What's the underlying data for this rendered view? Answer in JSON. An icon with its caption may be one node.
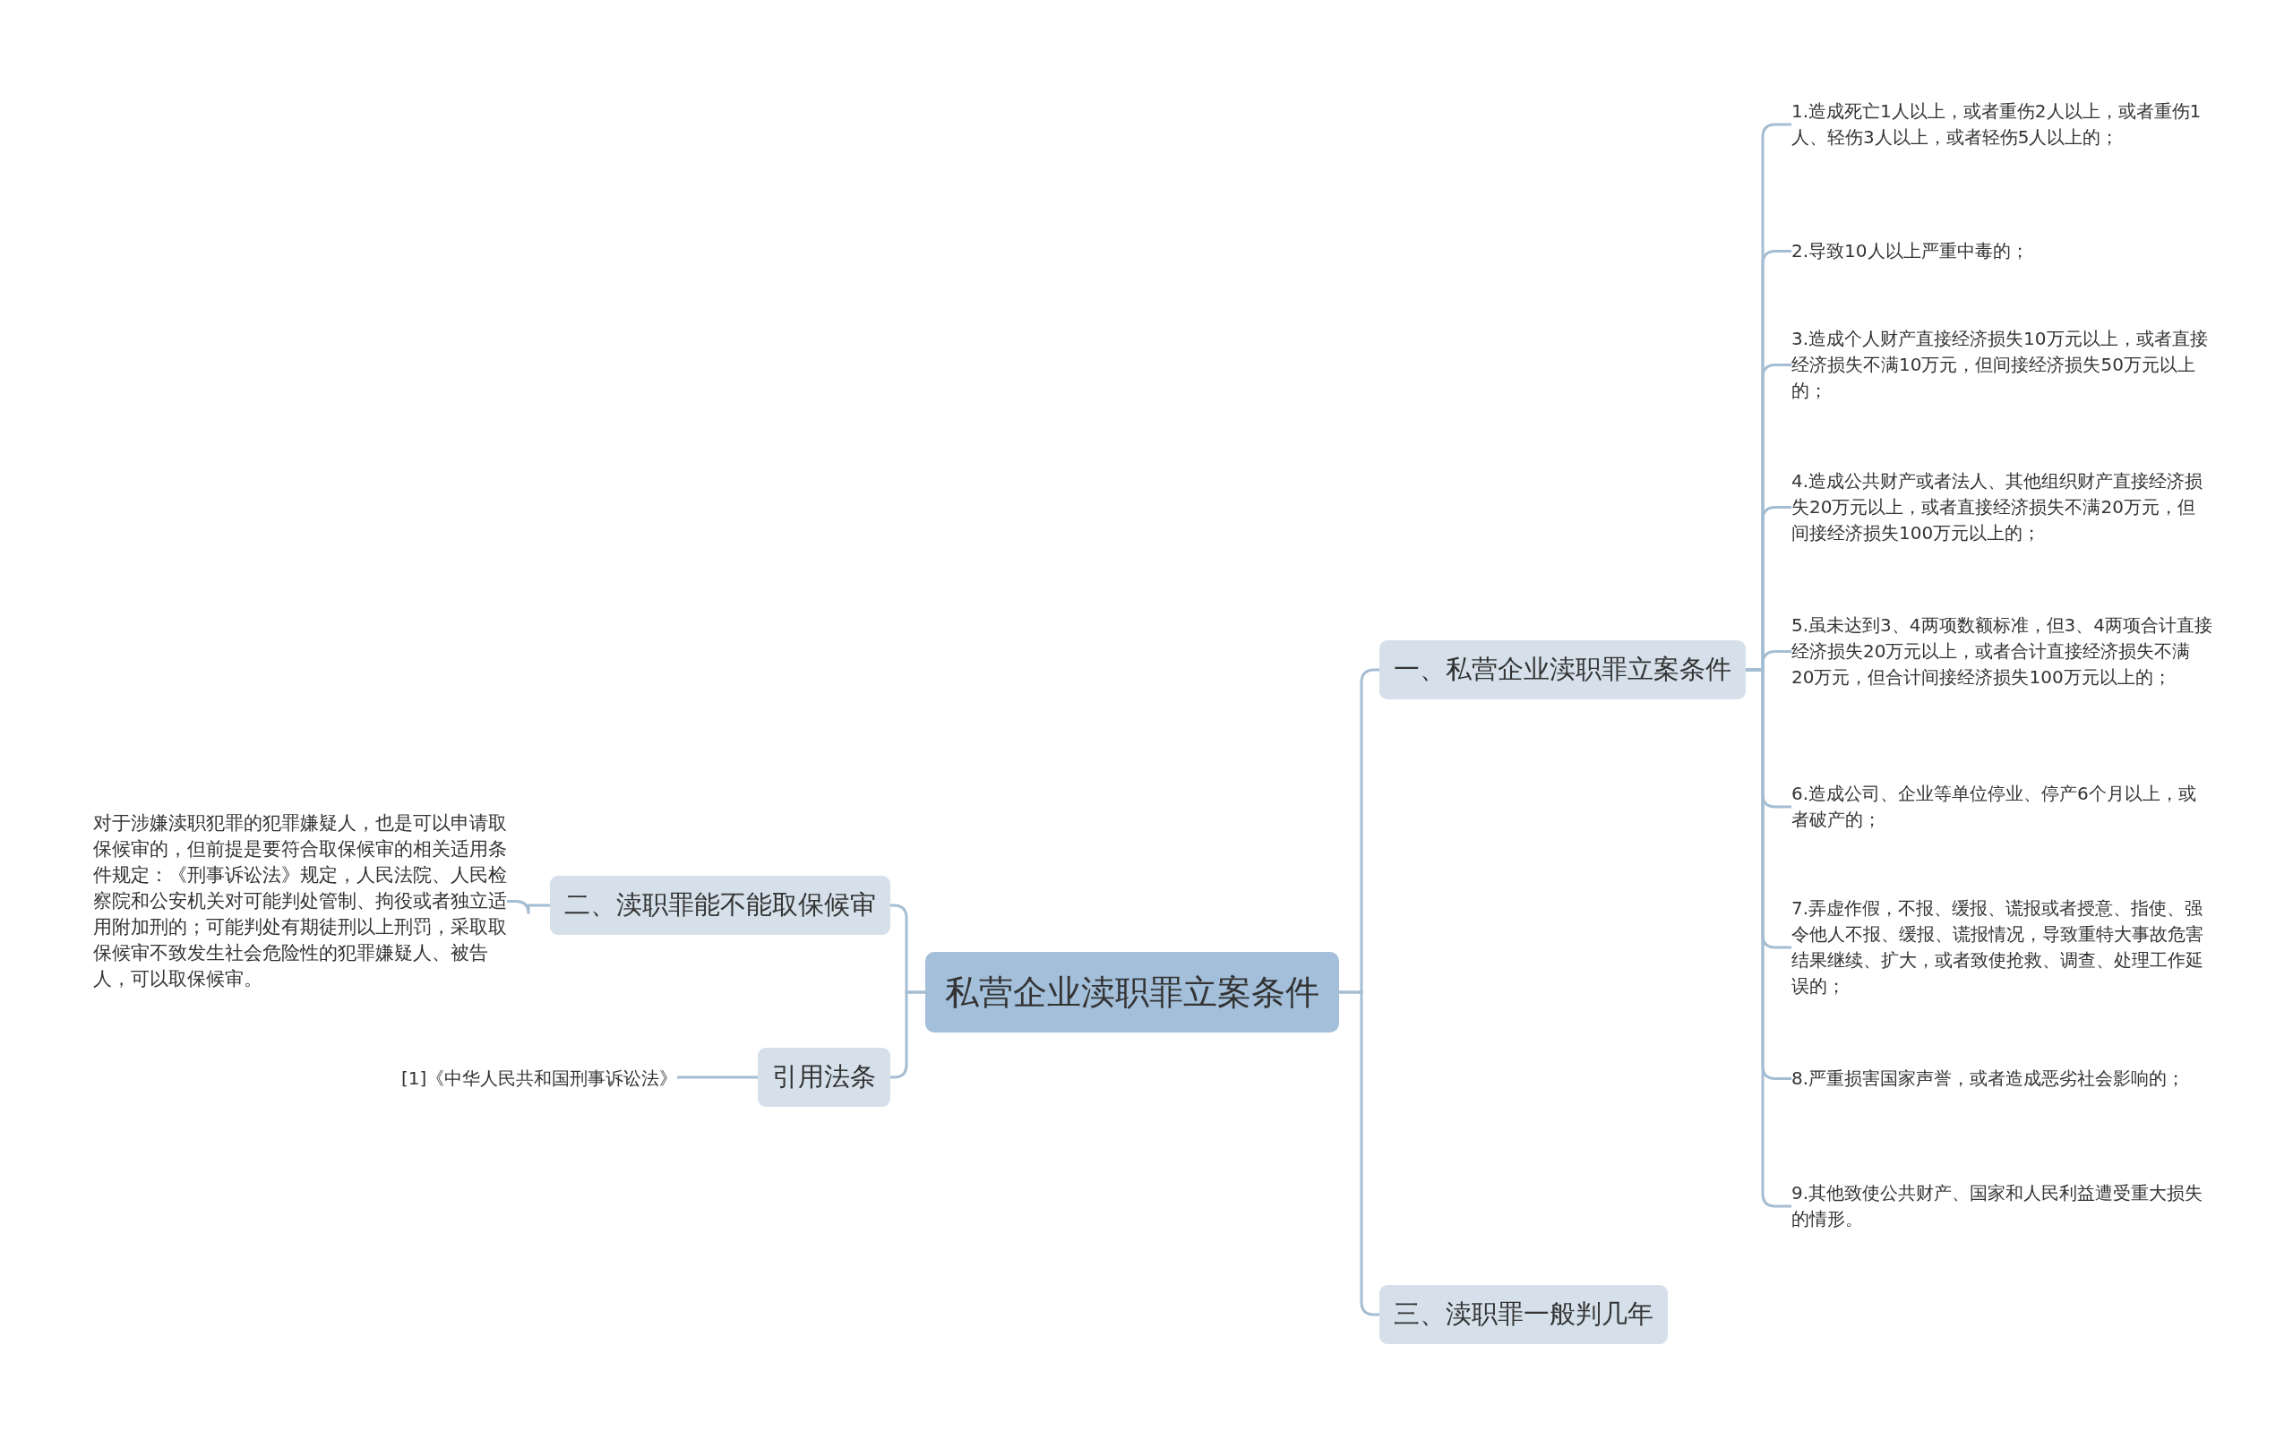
{
  "diagram": {
    "nodes": [
      {
        "text": [
          "私营企业渎职罪立案条件"
        ]
      },
      {
        "text": [
          "一、私营企业渎职罪立案条件"
        ]
      },
      {
        "text": [
          "1.造成死亡1人以上，或者重伤2人以上，或者重伤1人、轻伤3人以上，或者轻伤5人以上的；"
        ]
      },
      {
        "text": [
          "2.导致10人以上严重中毒的；"
        ]
      },
      {
        "text": [
          "3.造成个人财产直接经济损失10万元以上，或者直接经济损失不满10万元，但间接经济损失50万元以上的；"
        ]
      },
      {
        "text": [
          "4.造成公共财产或者法人、其他组织财产直接经济损失20万元以上，或者直接经济损失不满20万元，但间接经济损失100万元以上的；"
        ]
      },
      {
        "text": [
          "5.虽未达到3、4两项数额标准，但3、4两项合计直接经济损失20万元以上，或者合计直接经济损失不满20万元，但合计间接经济损失100万元以上的；"
        ]
      },
      {
        "text": [
          "6.造成公司、企业等单位停业、停产6个月以上，或者破产的；"
        ]
      },
      {
        "text": [
          "7.弄虚作假，不报、缓报、谎报或者授意、指使、强令他人不报、缓报、谎报情况，导致重特大事故危害结果继续、扩大，或者致使抢救、调查、处理工作延误的；"
        ]
      },
      {
        "text": [
          "8.严重损害国家声誉，或者造成恶劣社会影响的；"
        ]
      },
      {
        "text": [
          "9.其他致使公共财产、国家和人民利益遭受重大损失的情形。"
        ]
      },
      {
        "text": [
          "三、渎职罪一般判几年"
        ]
      },
      {
        "text": [
          "二、渎职罪能不能取保候审"
        ]
      },
      {
        "text": [
          "对于涉嫌渎职犯罪的犯罪嫌疑人，也是可以申请取保候审的，但前提是要符合取保候审的相关适用条件规定：《刑事诉讼法》规定，人民法院、人民检察院和公安机关对可能判处管制、拘役或者独立适用附加刑的；可能判处有期徒刑以上刑罚，采取取保候审不致发生社会危险性的犯罪嫌疑人、被告人，可以取保候审。"
        ]
      },
      {
        "text": [
          "引用法条"
        ]
      },
      {
        "text": [
          "[1]《中华人民共和国刑事诉讼法》"
        ]
      }
    ],
    "edges": [
      {
        "from": 0,
        "to": 1,
        "arrow": "none"
      },
      {
        "from": 1,
        "to": 2,
        "arrow": "none"
      },
      {
        "from": 1,
        "to": 3,
        "arrow": "none"
      },
      {
        "from": 1,
        "to": 4,
        "arrow": "none"
      },
      {
        "from": 1,
        "to": 5,
        "arrow": "none"
      },
      {
        "from": 1,
        "to": 6,
        "arrow": "none"
      },
      {
        "from": 1,
        "to": 7,
        "arrow": "none"
      },
      {
        "from": 1,
        "to": 8,
        "arrow": "none"
      },
      {
        "from": 1,
        "to": 9,
        "arrow": "none"
      },
      {
        "from": 1,
        "to": 10,
        "arrow": "none"
      },
      {
        "from": 0,
        "to": 11,
        "arrow": "none"
      },
      {
        "from": 0,
        "to": 12,
        "arrow": "none"
      },
      {
        "from": 12,
        "to": 13,
        "arrow": "none"
      },
      {
        "from": 0,
        "to": 14,
        "arrow": "none"
      },
      {
        "from": 14,
        "to": 15,
        "arrow": "none"
      }
    ]
  }
}
